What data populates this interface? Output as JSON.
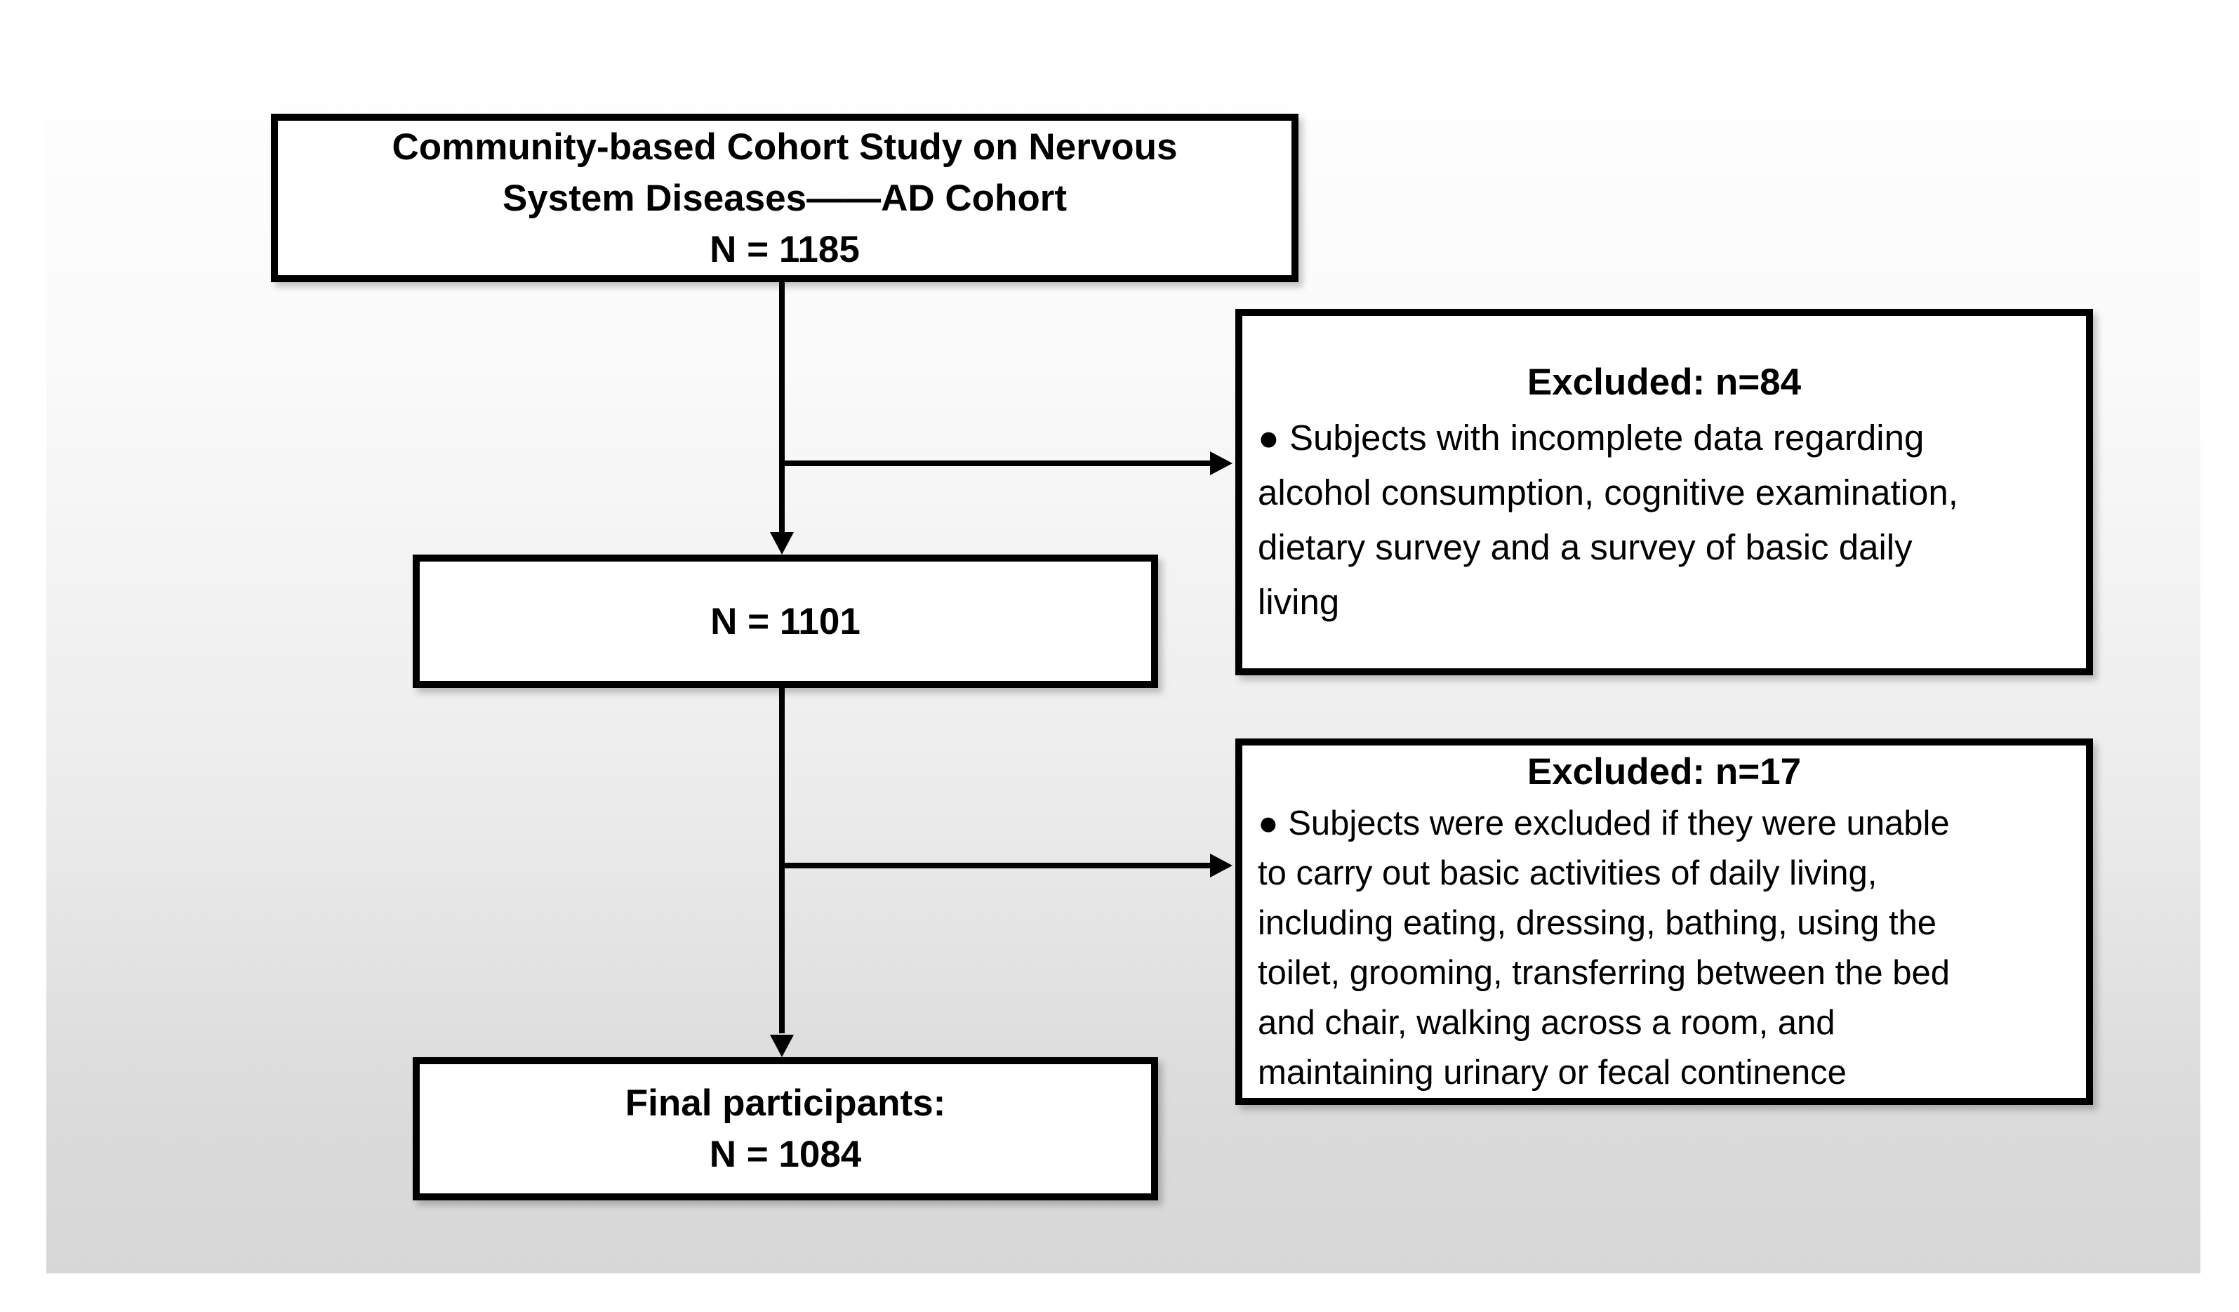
{
  "diagram": {
    "type": "participant-flowchart",
    "colors": {
      "box_border": "#000000",
      "box_background": "#ffffff",
      "text": "#000000",
      "slide_gradient_top": "#ffffff",
      "slide_gradient_bottom": "#d7d7d7"
    }
  },
  "boxes": {
    "cohort": {
      "lines": [
        "Community-based Cohort Study on Nervous",
        "System Diseases——AD Cohort",
        "N = 1185"
      ]
    },
    "interim": {
      "lines": [
        "N = 1101"
      ]
    },
    "final": {
      "lines": [
        "Final participants:",
        "N = 1084"
      ]
    },
    "excluded1": {
      "title": "Excluded: n=84",
      "body_lines": [
        "● Subjects with incomplete data regarding",
        "alcohol consumption, cognitive examination,",
        "dietary survey and a survey of basic daily",
        "living"
      ]
    },
    "excluded2": {
      "title": "Excluded: n=17",
      "body_lines": [
        "● Subjects were excluded if they were unable",
        "to carry out basic activities of daily living,",
        "including eating, dressing, bathing, using the",
        "toilet, grooming, transferring between the bed",
        "and chair, walking across a room, and",
        "maintaining urinary or fecal continence"
      ]
    }
  },
  "connectors": [
    {
      "from": "cohort",
      "to": "interim",
      "style": "arrow-down"
    },
    {
      "from": "cohort-interim-line",
      "to": "excluded1",
      "style": "arrow-right"
    },
    {
      "from": "interim",
      "to": "final",
      "style": "arrow-down"
    },
    {
      "from": "interim-final-line",
      "to": "excluded2",
      "style": "arrow-right"
    }
  ]
}
